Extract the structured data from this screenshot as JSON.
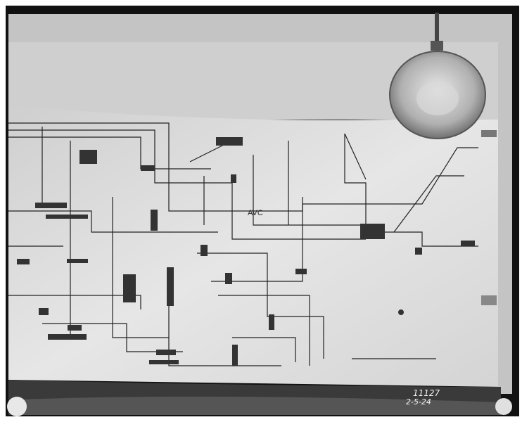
{
  "photo": {
    "negative_number": "11127",
    "date": "2-5-24",
    "diagram_label": "AVC",
    "colors": {
      "wall": "#dcdcdc",
      "frame": "#111111",
      "floor": "#3a3a3a",
      "lamp": "#b9b9b9"
    }
  }
}
